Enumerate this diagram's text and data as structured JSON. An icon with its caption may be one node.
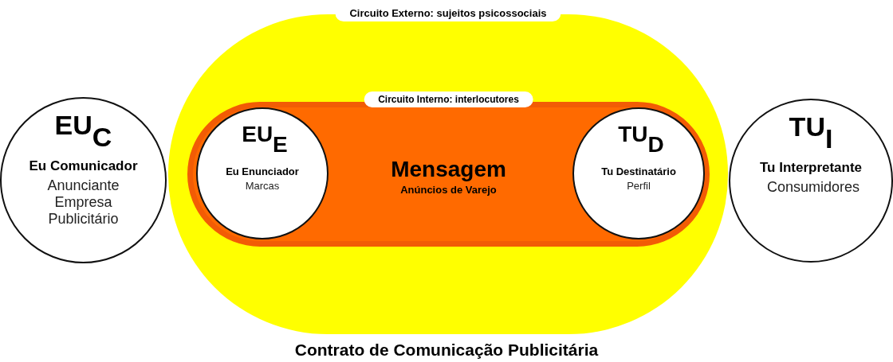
{
  "diagram": {
    "caption": "Contrato de Comunicação Publicitária",
    "nodes": [
      {
        "text": [
          "Circuito Externo: sujeitos psicossociais"
        ]
      },
      {
        "text": [
          "EU$_{C}$",
          "Eu Comunicador",
          "Anunciante Empresa Publicitário"
        ]
      },
      {
        "text": [
          "Circuito Interno: interlocutores",
          "Mensagem",
          "Anúncios de Varejo"
        ],
        "in": 0
      },
      {
        "text": [
          "EU$_{E}$",
          "Eu Enunciador",
          "Marcas"
        ],
        "in": 2
      },
      {
        "text": [
          "TU$_{D}$",
          "Tu Destinatário",
          "Perfil"
        ],
        "in": 2
      },
      {
        "text": [
          "TU$_{I}$",
          "Tu Interpretante",
          "Consumidores"
        ]
      }
    ],
    "edges": []
  }
}
